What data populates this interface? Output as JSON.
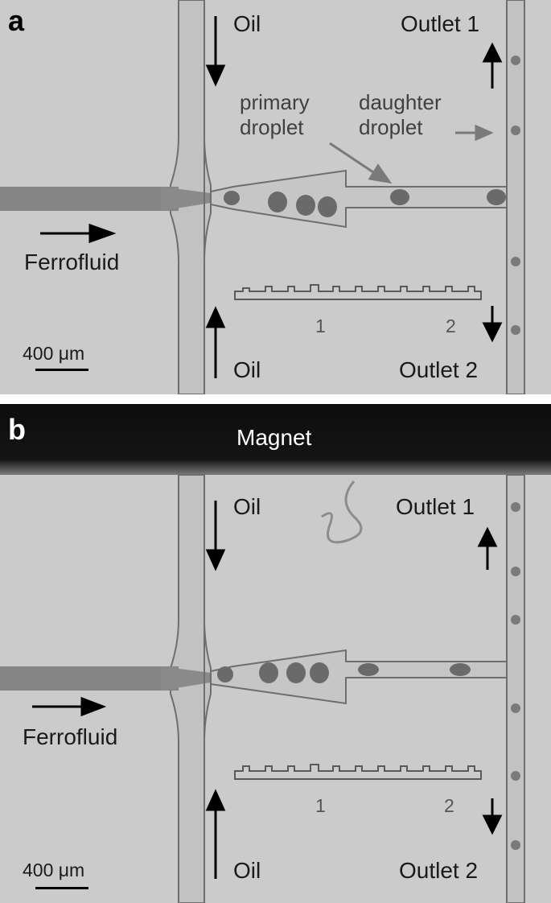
{
  "panels": [
    {
      "letter": "a",
      "labels": {
        "oil_top": "Oil",
        "oil_bottom": "Oil",
        "outlet_1": "Outlet 1",
        "outlet_2": "Outlet 2",
        "ferrofluid": "Ferrofluid",
        "primary_droplet": "primary droplet",
        "daughter_droplet": "daughter droplet",
        "scale_bar": "400 μm",
        "channel_mark_1": "1",
        "channel_mark_2": "2"
      }
    },
    {
      "letter": "b",
      "labels": {
        "magnet": "Magnet",
        "oil_top": "Oil",
        "oil_bottom": "Oil",
        "outlet_1": "Outlet 1",
        "outlet_2": "Outlet 2",
        "ferrofluid": "Ferrofluid",
        "scale_bar": "400 μm",
        "channel_mark_1": "1",
        "channel_mark_2": "2"
      }
    }
  ],
  "colors": {
    "background": "#c8c8c8",
    "channel_wall": "#6e6e6e",
    "ferrofluid": "#7d7d7d",
    "droplet": "#6a6a6a",
    "magnet": "#101010",
    "arrow": "#000000"
  }
}
